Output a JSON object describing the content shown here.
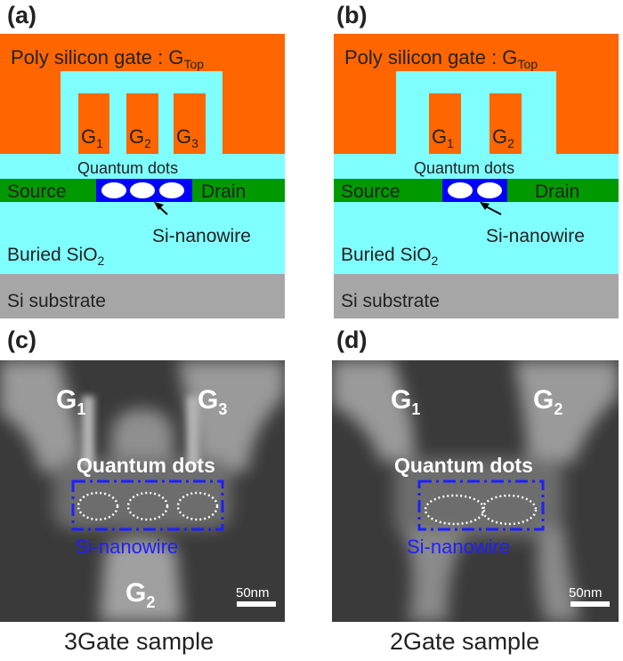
{
  "panels": {
    "a": {
      "label": "(a)",
      "gate_top": "Poly silicon gate : G",
      "gate_top_sub": "Top",
      "gates": [
        {
          "main": "G",
          "sub": "1"
        },
        {
          "main": "G",
          "sub": "2"
        },
        {
          "main": "G",
          "sub": "3"
        }
      ],
      "quantum_dots": "Quantum dots",
      "source": "Source",
      "drain": "Drain",
      "nanowire": "Si-nanowire",
      "buried": "Buried SiO",
      "buried_sub": "2",
      "substrate": "Si substrate"
    },
    "b": {
      "label": "(b)",
      "gate_top": "Poly silicon gate : G",
      "gate_top_sub": "Top",
      "gates": [
        {
          "main": "G",
          "sub": "1"
        },
        {
          "main": "G",
          "sub": "2"
        }
      ],
      "quantum_dots": "Quantum dots",
      "source": "Source",
      "drain": "Drain",
      "nanowire": "Si-nanowire",
      "buried": "Buried SiO",
      "buried_sub": "2",
      "substrate": "Si substrate"
    },
    "c": {
      "label": "(c)",
      "gates": [
        {
          "main": "G",
          "sub": "1"
        },
        {
          "main": "G",
          "sub": "3"
        },
        {
          "main": "G",
          "sub": "2"
        }
      ],
      "quantum_dots": "Quantum dots",
      "nanowire": "Si-nanowire",
      "scale": "50nm",
      "caption": "3Gate sample"
    },
    "d": {
      "label": "(d)",
      "gates": [
        {
          "main": "G",
          "sub": "1"
        },
        {
          "main": "G",
          "sub": "2"
        }
      ],
      "quantum_dots": "Quantum dots",
      "nanowire": "Si-nanowire",
      "scale": "50nm",
      "caption": "2Gate sample"
    }
  },
  "colors": {
    "poly_gate": "#ff6600",
    "oxide": "#80ffff",
    "source_drain": "#009900",
    "nanowire": "#0000ff",
    "substrate": "#a6a6a6",
    "sem_bg": "#3a3a3a",
    "sem_bright": "#a8a8a8"
  }
}
